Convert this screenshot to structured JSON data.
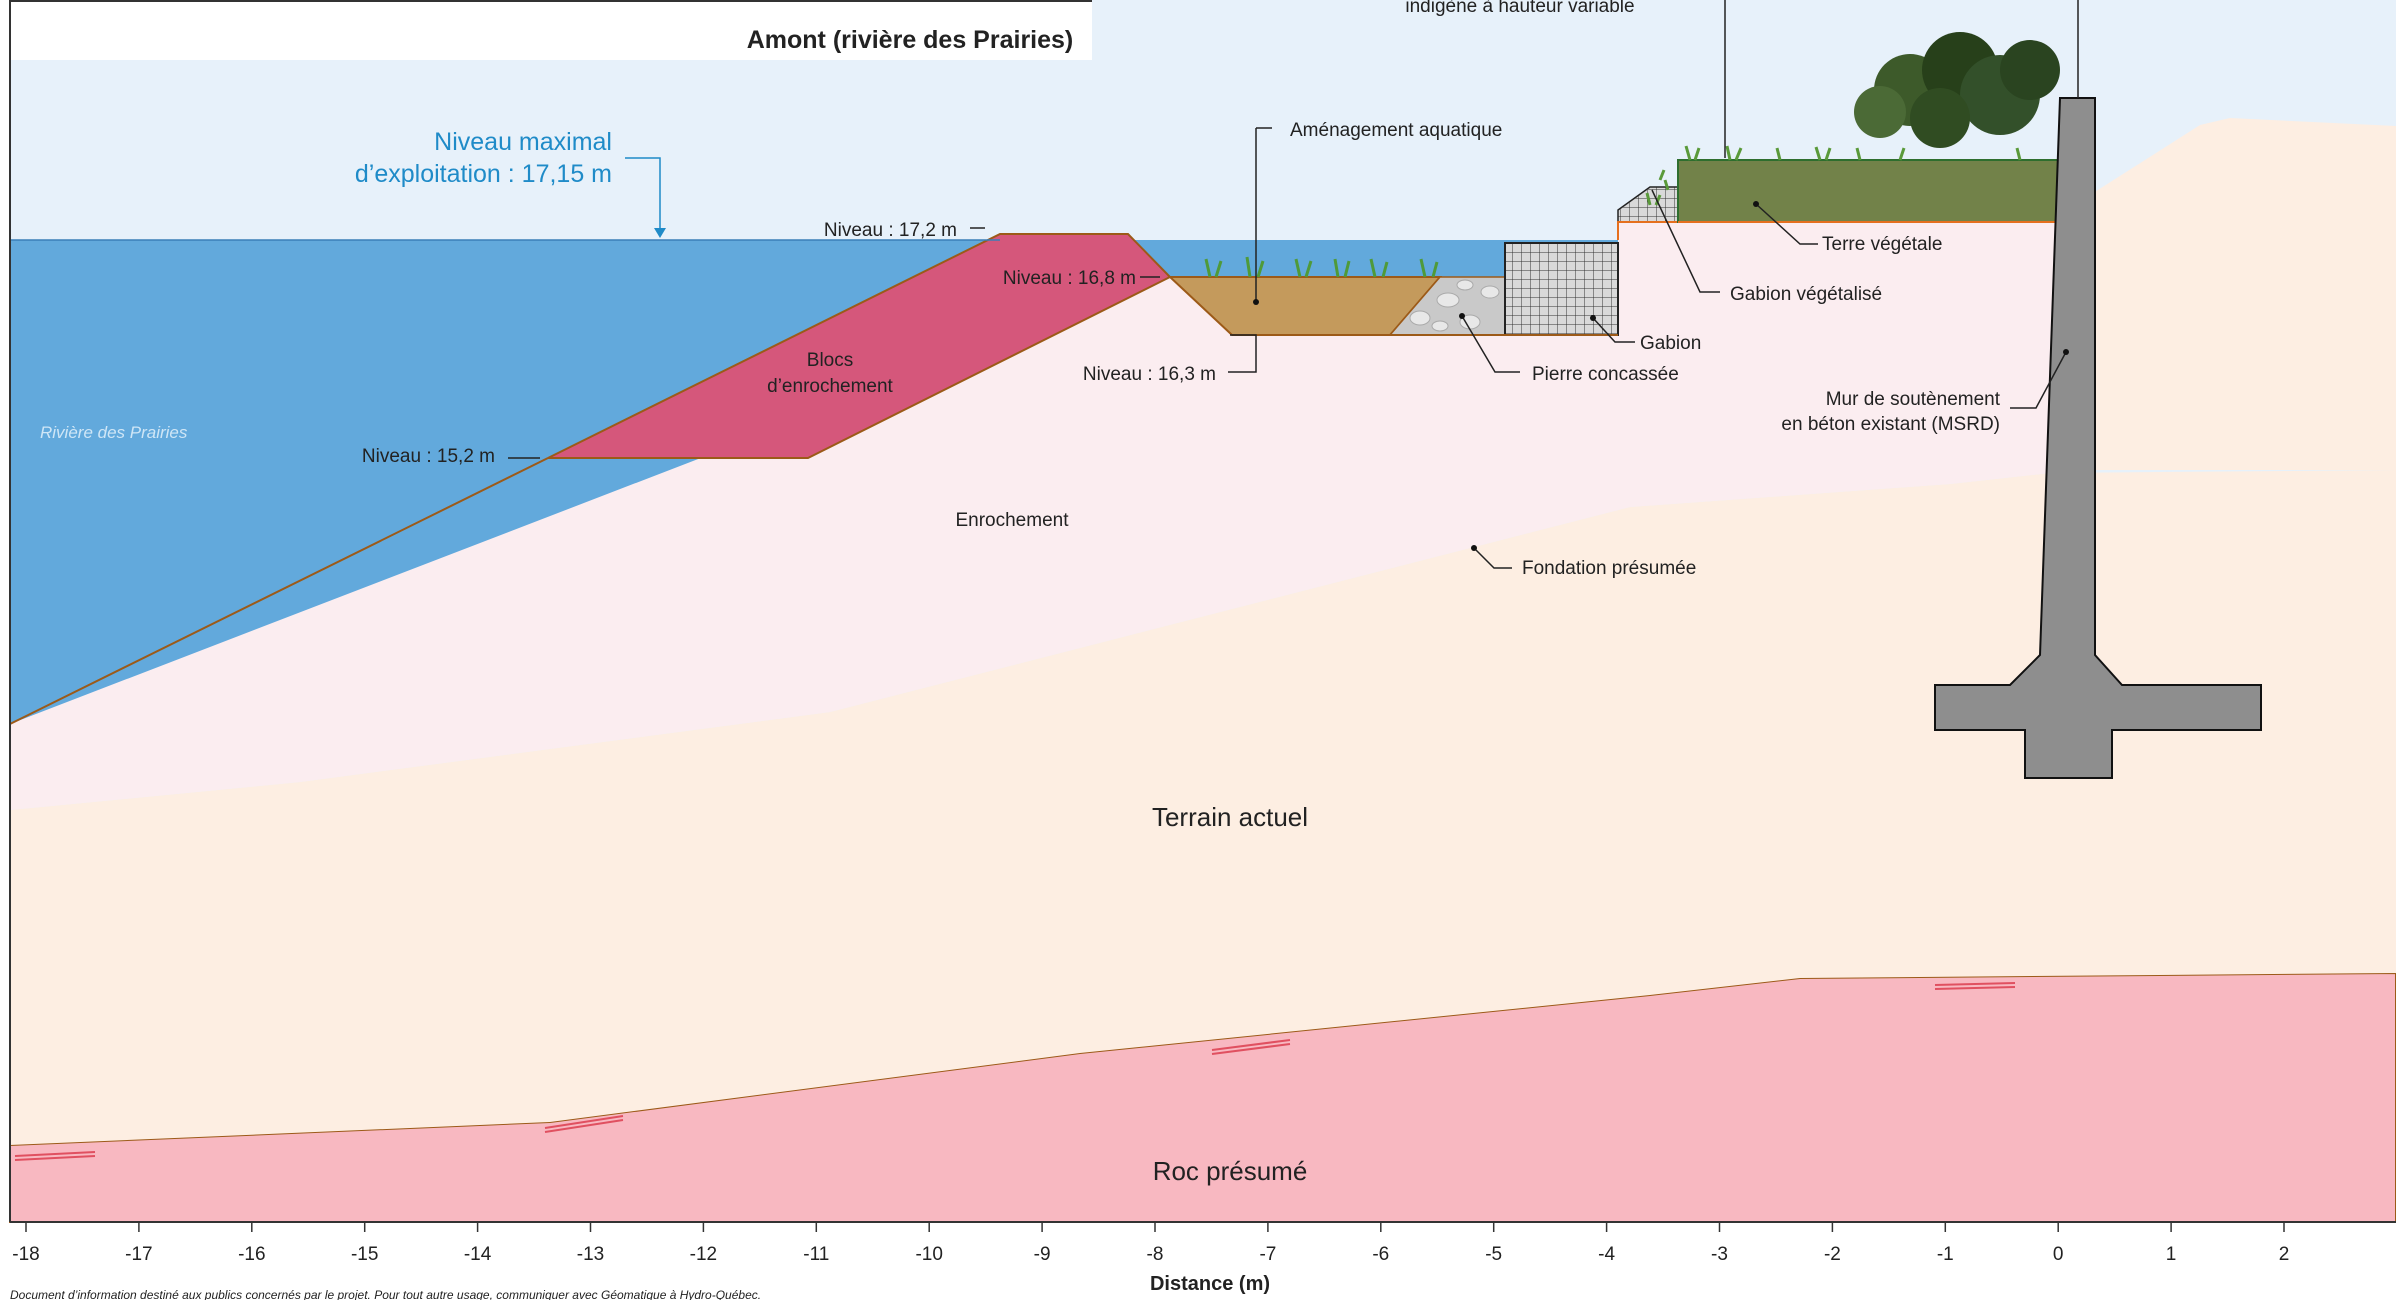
{
  "title": "Amont (rivière des Prairies)",
  "top_truncated_label": "indigène à hauteur variable",
  "water_level": {
    "line1": "Niveau maximal",
    "line2": "d’exploitation : 17,15 m"
  },
  "river_name": "Rivière des Prairies",
  "levels": {
    "l172": "Niveau : 17,2 m",
    "l168": "Niveau : 16,8 m",
    "l163": "Niveau : 16,3 m",
    "l152": "Niveau : 15,2 m"
  },
  "labels": {
    "amenagement": "Aménagement aquatique",
    "blocs1": "Blocs",
    "blocs2": "d’enrochement",
    "enrochement": "Enrochement",
    "terre_vegetale": "Terre végétale",
    "gabion_vegetalise": "Gabion végétalisé",
    "gabion": "Gabion",
    "pierre": "Pierre concassée",
    "mur1": "Mur de soutènement",
    "mur2": "en béton existant (MSRD)",
    "fondation": "Fondation présumée",
    "terrain": "Terrain actuel",
    "roc": "Roc présumé"
  },
  "axis": {
    "label": "Distance (m)",
    "ticks": [
      "-18",
      "-17",
      "-16",
      "-15",
      "-14",
      "-13",
      "-12",
      "-11",
      "-10",
      "-9",
      "-8",
      "-7",
      "-6",
      "-5",
      "-4",
      "-3",
      "-2",
      "-1",
      "0",
      "1",
      "2"
    ]
  },
  "footer": "Document d’information destiné aux publics concernés par le projet. Pour tout autre usage, communiquer avec Géomatique à Hydro-Québec.",
  "colors": {
    "sky": "#e7f1fa",
    "water": "#62a9dc",
    "blocks": "#d5577b",
    "fill": "#fbedf0",
    "terrain": "#fdeee2",
    "rock": "#f8b8c1",
    "outline": "#9c5a18",
    "soil": "#728249",
    "aquatic": "#c49a5c",
    "wall": "#8e8e8e",
    "label_blue": "#1f8bc8"
  }
}
